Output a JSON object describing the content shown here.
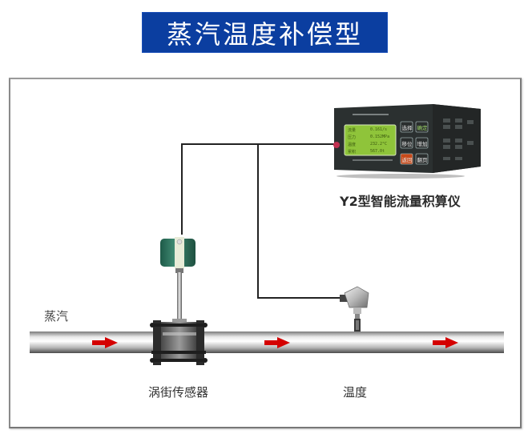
{
  "title": "蒸汽温度补偿型",
  "labels": {
    "steam": "蒸汽",
    "vortex_sensor": "涡街传感器",
    "temperature": "温度",
    "instrument": "Y2型智能流量积算仪"
  },
  "instrument": {
    "buttons": [
      "选择",
      "确定",
      "移位",
      "增加",
      "返回",
      "翻页"
    ],
    "screen_rows": [
      {
        "name": "流量",
        "value": "0.161/s"
      },
      {
        "name": "压力",
        "value": "0.152MPa"
      },
      {
        "name": "温度",
        "value": "232.2°C"
      },
      {
        "name": "累积",
        "value": "567.0t"
      }
    ]
  },
  "colors": {
    "banner": "#0b3ea0",
    "arrow": "#d40000",
    "screen": "#8fc43a",
    "instrument_body": "#2a2f2f",
    "wire": "#222222"
  }
}
